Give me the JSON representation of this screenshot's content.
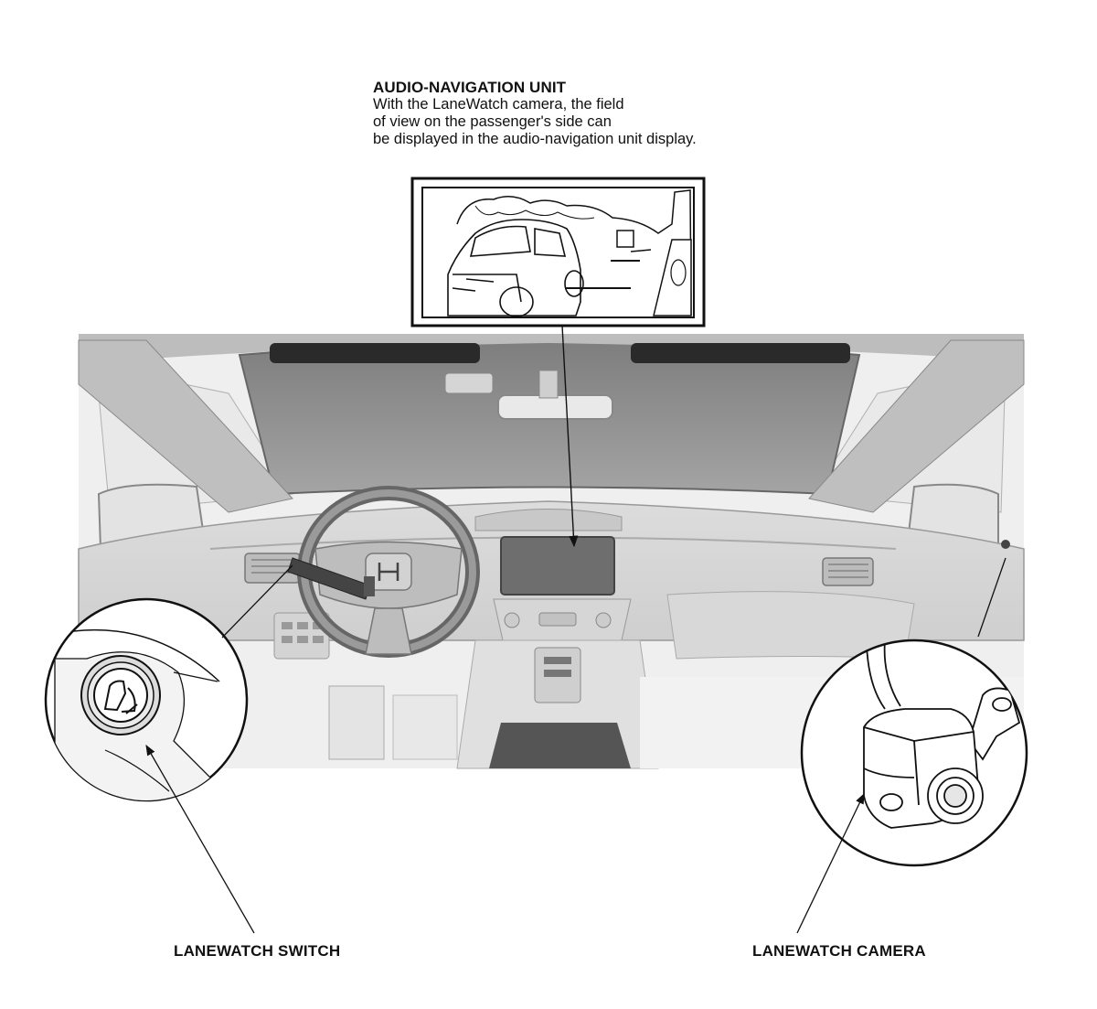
{
  "audio_navigation_unit": {
    "title": "AUDIO-NAVIGATION UNIT",
    "description_lines": [
      "With the LaneWatch camera, the field",
      "of view on the passenger's side can",
      "be displayed in the audio-navigation unit display."
    ]
  },
  "callouts": {
    "switch_label": "LANEWATCH SWITCH",
    "camera_label": "LANEWATCH CAMERA"
  },
  "colors": {
    "line": "#111111",
    "windshield": "#8e8e8e",
    "interior_light": "#e6e6e6",
    "interior_mid": "#c8c8c8",
    "interior_dark": "#5a5a5a",
    "screen": "#6e6e6e"
  }
}
